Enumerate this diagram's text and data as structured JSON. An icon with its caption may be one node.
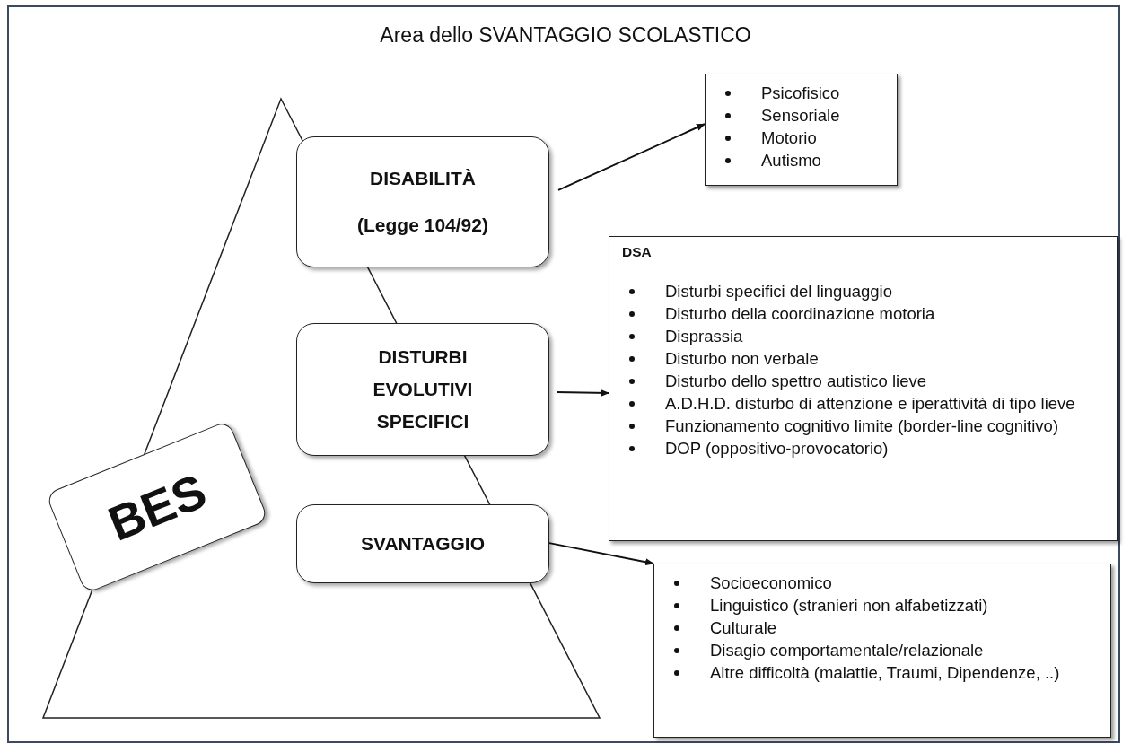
{
  "diagram": {
    "title": "Area dello SVANTAGGIO SCOLASTICO",
    "nodes": [
      {
        "text": [
          "DISABILITÀ",
          "(Legge 104/92)"
        ]
      },
      {
        "text": [
          "Psicofisico",
          "Sensoriale",
          "Motorio",
          "Autismo"
        ]
      },
      {
        "text": [
          "DISTURBI EVOLUTIVI SPECIFICI"
        ]
      },
      {
        "text": [
          "DSA",
          "Disturbi specifici del linguaggio",
          "Disturbo della coordinazione motoria",
          "Disprassia",
          "Disturbo non verbale",
          "Disturbo dello spettro autistico lieve",
          "A.D.H.D. disturbo di attenzione e iperattività di tipo lieve",
          "Funzionamento cognitivo limite (border-line cognitivo)",
          "DOP (oppositivo-provocatorio)"
        ]
      },
      {
        "text": [
          "BES"
        ]
      },
      {
        "text": [
          "SVANTAGGIO"
        ]
      },
      {
        "text": [
          "Socioeconomico",
          "Linguistico (stranieri non alfabetizzati)",
          "Culturale",
          "Disagio comportamentale/relazionale",
          "Altre difficoltà (malattie, Traumi, Dipendenze, ..)"
        ]
      }
    ],
    "edges": [
      {
        "from": 0,
        "to": 1,
        "arrow": "to"
      },
      {
        "from": 2,
        "to": 3,
        "arrow": "to"
      },
      {
        "from": 5,
        "to": 6,
        "arrow": "to"
      }
    ]
  }
}
